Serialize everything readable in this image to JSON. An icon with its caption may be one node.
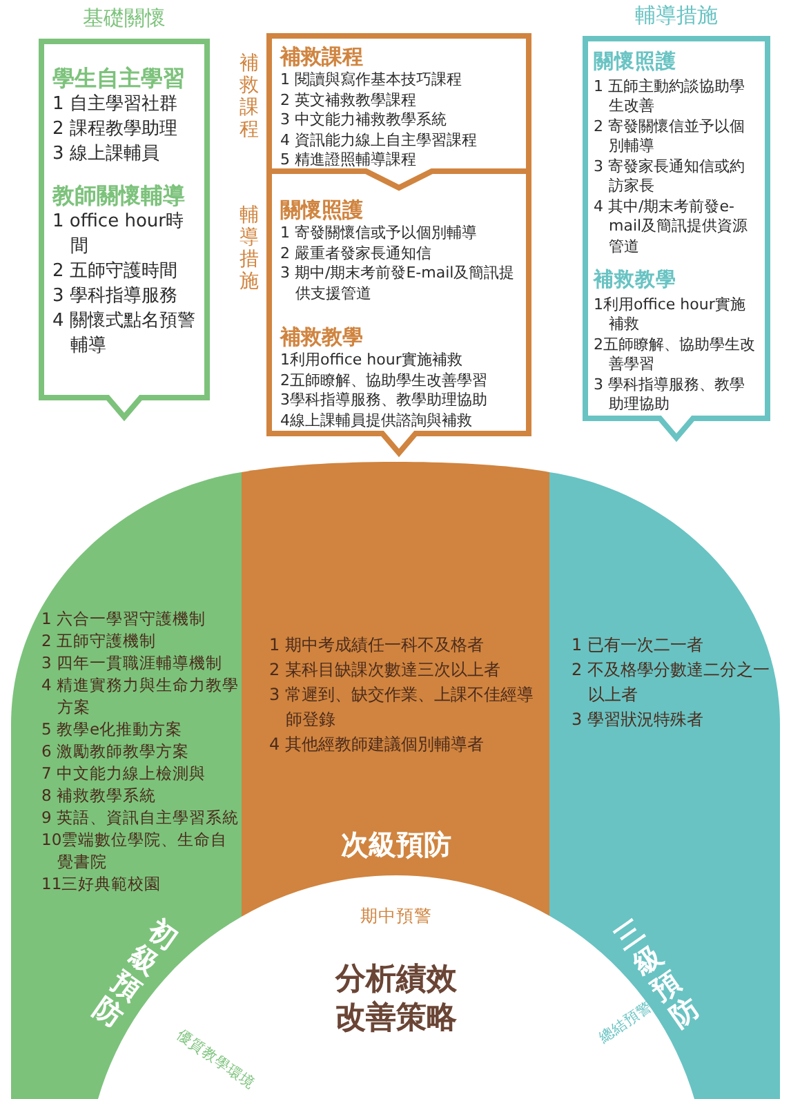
{
  "diagram": {
    "nodes": [
      {
        "text": [
          "基礎關懷",
          "學生自主學習",
          "1 自主學習社群",
          "2 課程教學助理",
          "3 線上課輔員",
          "教師關懷輔導",
          "1 office hour時間",
          "2 五師守護時間",
          "3 學科指導服務",
          "4 關懷式點名預警輔導"
        ]
      },
      {
        "text": [
          "補救課程",
          "1 閱讀與寫作基本技巧課程",
          "2 英文補救教學課程",
          "3 中文能力補救教學系統",
          "4 資訊能力線上自主學習課程",
          "5 精進證照輔導課程"
        ],
        "beside": [
          "補救課程"
        ]
      },
      {
        "text": [
          "關懷照護",
          "1 寄發關懷信或予以個別輔導",
          "2 嚴重者發家長通知信",
          "3 期中/期末考前發E-mail及簡訊提供支援管道",
          "補救教學",
          "1利用office hour實施補救",
          "2五師瞭解、協助學生改善學習",
          "3學科指導服務、教學助理協助",
          "4線上課輔員提供諮詢與補救"
        ],
        "beside": [
          "輔導措施"
        ]
      },
      {
        "text": [
          "輔導措施",
          "關懷照護",
          "1 五師主動約談協助學生改善",
          "2 寄發關懷信並予以個別輔導",
          "3 寄發家長通知信或約訪家長",
          "4 其中/期末考前發e-mail及簡訊提供資源管道",
          "補救教學",
          "1利用office hour實施補救",
          "2五師瞭解、協助學生改善學習",
          "3 學科指導服務、教學助理協助"
        ]
      },
      {
        "text": [
          "1 六合一學習守護機制",
          "2 五師守護機制",
          "3 四年一貫職涯輔導機制",
          "4 精進實務力與生命力教學方案",
          "5 教學e化推動方案",
          "6 激勵教師教學方案",
          "7 中文能力線上檢測與",
          "8 補救教學系統",
          "9 英語、資訊自主學習系統",
          "10雲端數位學院、生命自覺書院",
          "11三好典範校園",
          "初級預防"
        ]
      },
      {
        "text": [
          "1 期中考成績任一科不及格者",
          "2 某科目缺課次數達三次以上者",
          "3 常遲到、缺交作業、上課不佳經導師登錄",
          "4 其他經教師建議個別輔導者",
          "次級預防"
        ]
      },
      {
        "text": [
          "1 已有一次二一者",
          "2 不及格學分數達二分之一以上者",
          "3 學習狀況特殊者",
          "三級預防"
        ]
      },
      {
        "text": [
          "優質教學環境",
          "期中預警",
          "分析績效改善策略",
          "總結預警"
        ]
      }
    ]
  }
}
